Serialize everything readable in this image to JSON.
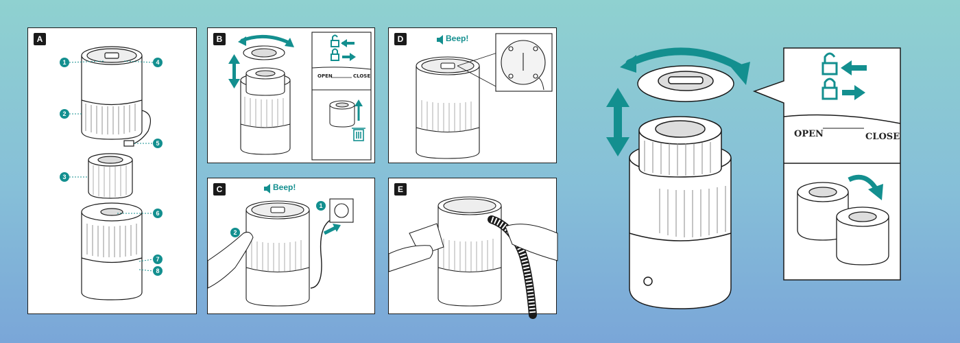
{
  "panels": {
    "a": {
      "letter": "A",
      "callouts": [
        "1",
        "2",
        "3",
        "4",
        "5",
        "6",
        "7",
        "8"
      ]
    },
    "b": {
      "letter": "B",
      "open_label": "OPEN",
      "close_label": "CLOSE"
    },
    "c": {
      "letter": "C",
      "beep": "Beep!",
      "callouts": [
        "1",
        "2"
      ]
    },
    "d": {
      "letter": "D",
      "beep": "Beep!"
    },
    "e": {
      "letter": "E"
    }
  },
  "large": {
    "open_label": "OPEN",
    "close_label": "CLOSE"
  },
  "colors": {
    "accent": "#138f8f",
    "line": "#1a1a1a",
    "background_top": "#8fd1d0",
    "background_bottom": "#7aa6d8"
  }
}
